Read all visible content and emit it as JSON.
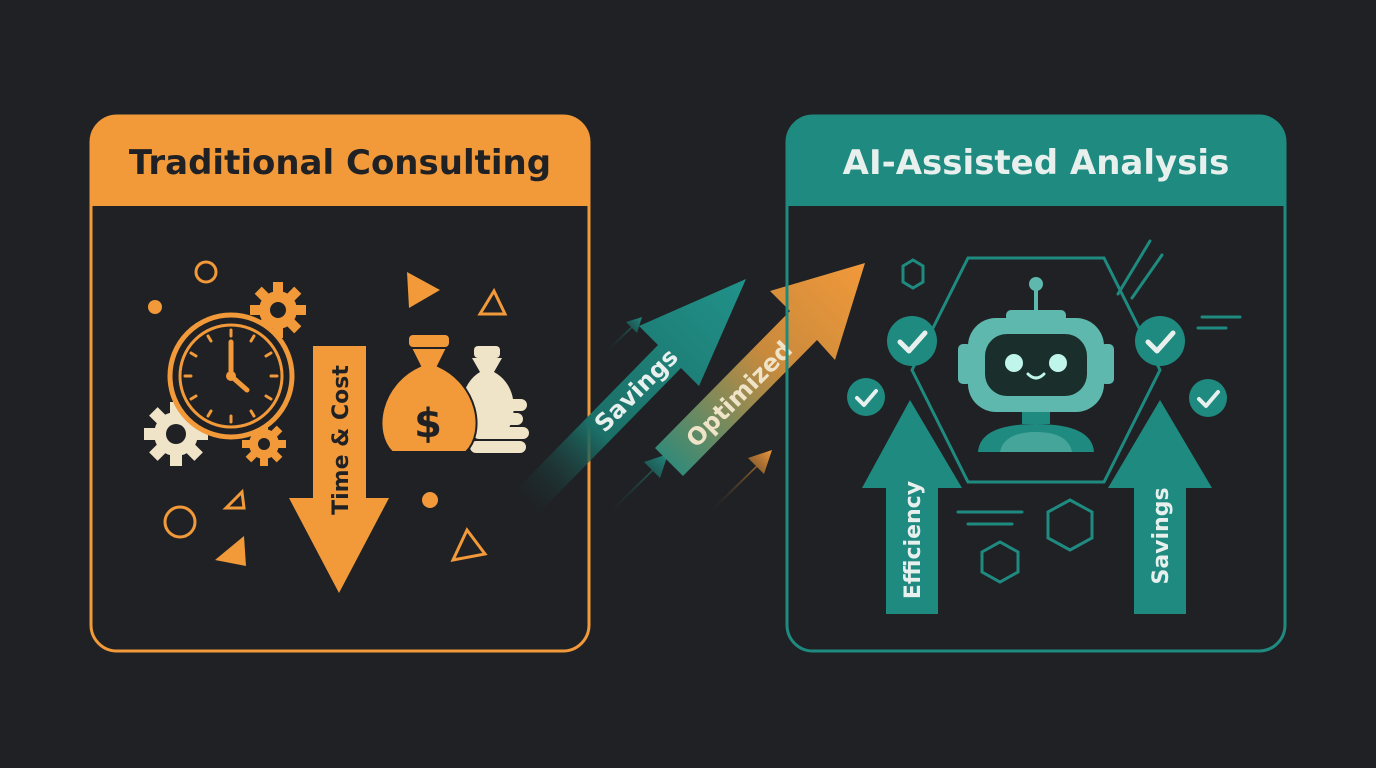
{
  "colors": {
    "background": "#1f2124",
    "orange": "#f2993a",
    "teal": "#1f8a80",
    "teal_light": "#5fb8ad",
    "cream": "#efe3c8",
    "dark_text": "#1f2124",
    "light_text": "#e8f0ee"
  },
  "left_panel": {
    "title": "Traditional Consulting",
    "arrow_label": "Time & Cost",
    "money_symbol": "$"
  },
  "middle": {
    "arrow_1_label": "Savings",
    "arrow_2_label": "Optimized"
  },
  "right_panel": {
    "title": "AI-Assisted Analysis",
    "arrow_left_label": "Efficiency",
    "arrow_right_label": "Savings"
  },
  "icons": [
    "clock-icon",
    "gear-icon",
    "money-bag-icon",
    "coin-stack-icon",
    "robot-icon",
    "check-circle-icon",
    "hexagon-icon"
  ]
}
